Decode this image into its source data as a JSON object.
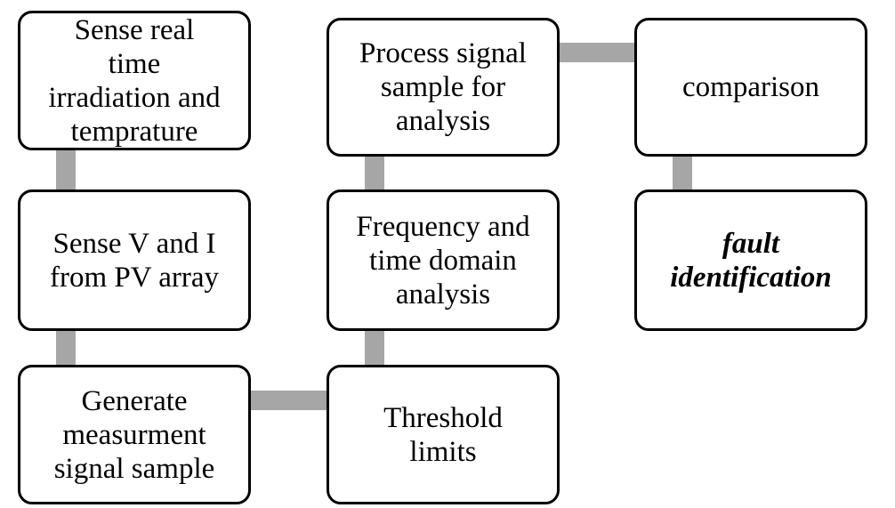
{
  "diagram": {
    "colors": {
      "box_border": "#000000",
      "connector": "#a6a6a6",
      "background": "#ffffff"
    },
    "steps": {
      "sense_irradiation": "Sense real\ntime\nirradiation and\ntemprature",
      "sense_vi": "Sense V and I\nfrom PV array",
      "generate_sample": "Generate\nmeasurment\nsignal sample",
      "threshold": "Threshold\nlimits",
      "freq_time": "Frequency and\ntime domain\nanalysis",
      "process_signal": "Process signal\nsample for\nanalysis",
      "comparison": "comparison",
      "fault": "fault\nidentification"
    }
  }
}
